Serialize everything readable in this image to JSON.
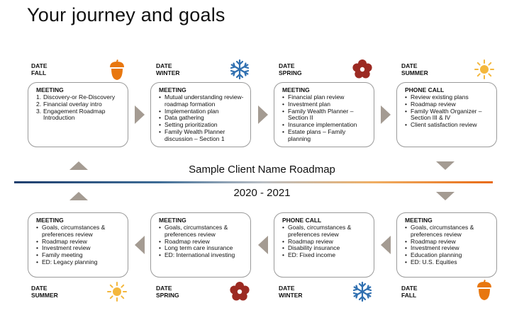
{
  "title": "Your journey and goals",
  "roadmap_name": "Sample Client Name Roadmap",
  "years": "2020 - 2021",
  "date_label": "DATE",
  "top_row": [
    {
      "season": "FALL",
      "icon": "acorn-icon",
      "heading": "MEETING",
      "ordered": true,
      "items": [
        "Discovery-or Re-Discovery",
        "Financial overlay intro",
        "Engagement Roadmap Introduction"
      ]
    },
    {
      "season": "WINTER",
      "icon": "snowflake-icon",
      "heading": "MEETING",
      "ordered": false,
      "items": [
        "Mutual understanding review-roadmap formation",
        "Implementation plan",
        "Data gathering",
        "Setting prioritization",
        "Family Wealth Planner discussion – Section 1"
      ]
    },
    {
      "season": "SPRING",
      "icon": "flower-icon",
      "heading": "MEETING",
      "ordered": false,
      "items": [
        "Financial plan review",
        "Investment plan",
        "Family Wealth Planner – Section II",
        "Insurance implementation",
        "Estate plans – Family planning"
      ]
    },
    {
      "season": "SUMMER",
      "icon": "sun-icon",
      "heading": "PHONE CALL",
      "ordered": false,
      "items": [
        "Review existing plans",
        "Roadmap review",
        "Family Wealth Organizer – Section III & IV",
        "Client satisfaction review"
      ]
    }
  ],
  "bottom_row": [
    {
      "season": "SUMMER",
      "icon": "sun-icon",
      "heading": "MEETING",
      "items": [
        "Goals, circumstances & preferences review",
        "Roadmap review",
        "Investment review",
        "Family meeting",
        "ED: Legacy planning"
      ]
    },
    {
      "season": "SPRING",
      "icon": "flower-icon",
      "heading": "MEETING",
      "items": [
        "Goals, circumstances & preferences review",
        "Roadmap review",
        "Long term care insurance",
        "ED: International investing"
      ]
    },
    {
      "season": "WINTER",
      "icon": "snowflake-icon",
      "heading": "PHONE CALL",
      "items": [
        "Goals, circumstances & preferences review",
        "Roadmap review",
        "Disability insurance",
        "ED: Fixed income"
      ]
    },
    {
      "season": "FALL",
      "icon": "acorn-icon",
      "heading": "MEETING",
      "items": [
        "Goals, circumstances & preferences review",
        "Roadmap review",
        "Investment review",
        "Education planning",
        "ED: U.S. Equities"
      ]
    }
  ],
  "colors": {
    "acorn": "#e8770f",
    "snowflake": "#2f6fb0",
    "flower": "#9c2a22",
    "sun": "#f4b73c",
    "arrow": "#a49b92"
  }
}
